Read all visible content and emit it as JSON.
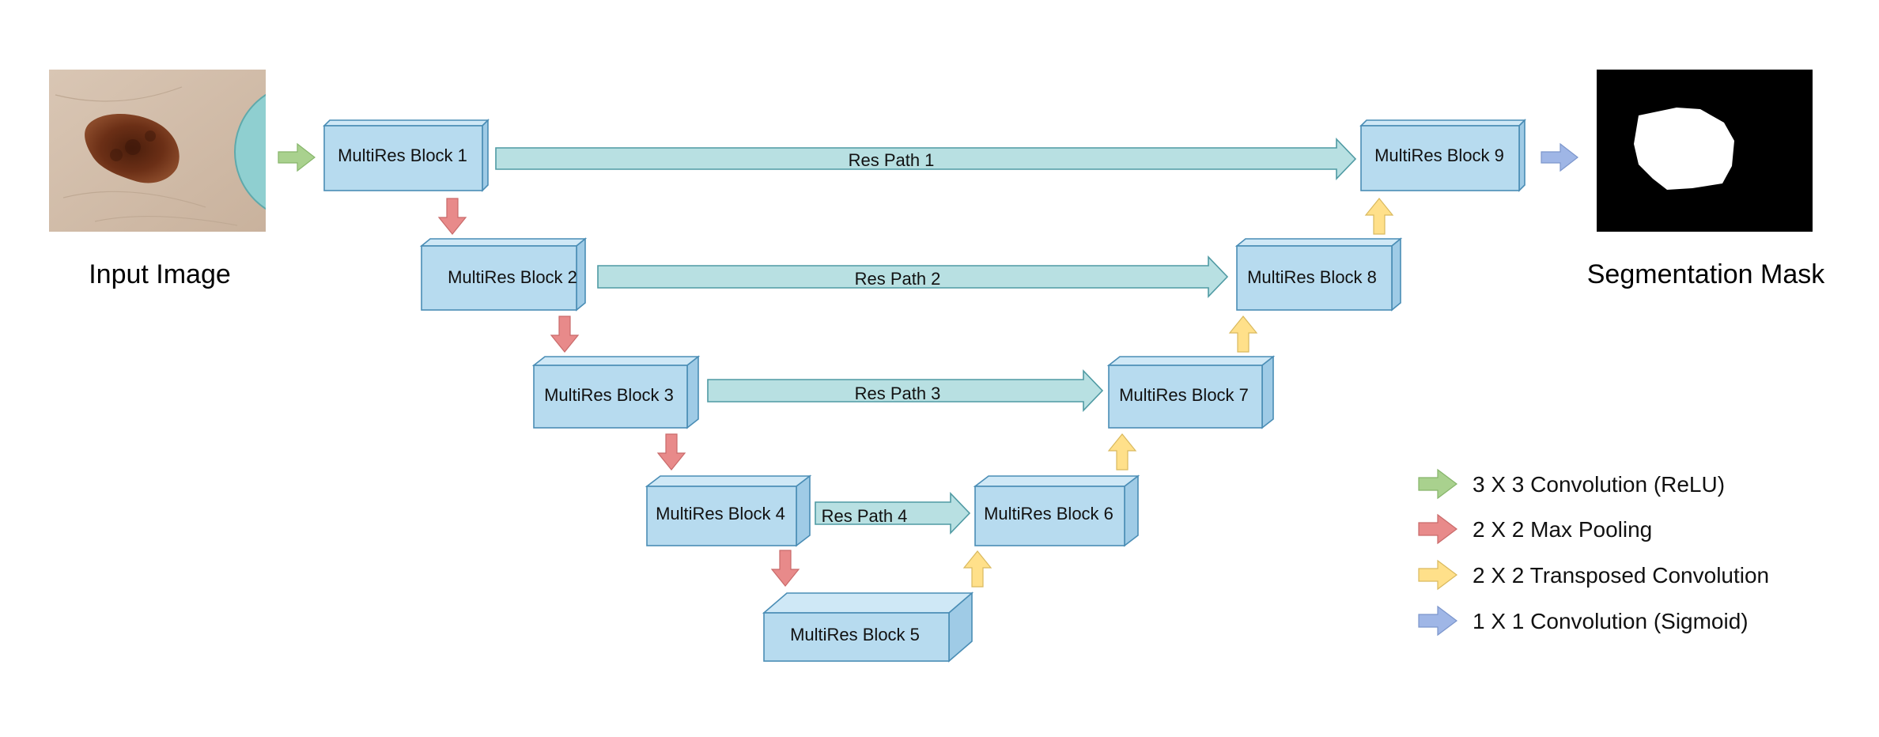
{
  "input_caption": "Input Image",
  "output_caption": "Segmentation Mask",
  "blocks": [
    {
      "id": "b1",
      "label": "MultiRes Block 1"
    },
    {
      "id": "b2",
      "label": "MultiRes Block 2"
    },
    {
      "id": "b3",
      "label": "MultiRes Block 3"
    },
    {
      "id": "b4",
      "label": "MultiRes Block 4"
    },
    {
      "id": "b5",
      "label": "MultiRes Block 5"
    },
    {
      "id": "b6",
      "label": "MultiRes Block 6"
    },
    {
      "id": "b7",
      "label": "MultiRes Block 7"
    },
    {
      "id": "b8",
      "label": "MultiRes Block 8"
    },
    {
      "id": "b9",
      "label": "MultiRes Block 9"
    }
  ],
  "res_paths": [
    {
      "label": "Res Path 1",
      "from": "MultiRes Block 1",
      "to": "MultiRes Block 9"
    },
    {
      "label": "Res Path 2",
      "from": "MultiRes Block 2",
      "to": "MultiRes Block 8"
    },
    {
      "label": "Res Path 3",
      "from": "MultiRes Block 3",
      "to": "MultiRes Block 7"
    },
    {
      "label": "Res Path 4",
      "from": "MultiRes Block 4",
      "to": "MultiRes Block 6"
    }
  ],
  "legend": [
    {
      "label": "3 X 3 Convolution (ReLU)",
      "color": "#a9d18e"
    },
    {
      "label": "2 X 2 Max Pooling",
      "color": "#e88a8a"
    },
    {
      "label": "2 X 2 Transposed Convolution",
      "color": "#ffe08a"
    },
    {
      "label": "1 X 1 Convolution (Sigmoid)",
      "color": "#9fb6e6"
    }
  ],
  "colors": {
    "block_fill": "#b7dbef",
    "res_path_fill": "#b8e0e2",
    "conv_relu": "#a9d18e",
    "max_pool": "#e88a8a",
    "transposed_conv": "#ffe08a",
    "conv_sigmoid": "#9fb6e6"
  }
}
